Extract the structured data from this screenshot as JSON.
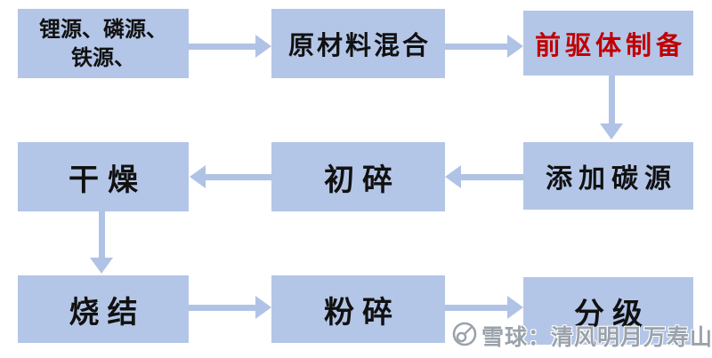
{
  "colors": {
    "box_fill": "#b4c6e7",
    "arrow_fill": "#b0c3e6",
    "box_text": "#111111",
    "highlight_text": "#c00000",
    "watermark_text": "#9aa2ab"
  },
  "flowchart": {
    "boxes": [
      {
        "id": "raw-sources",
        "label": "锂源、磷源、\n铁源、"
      },
      {
        "id": "mixing",
        "label": "原材料混合"
      },
      {
        "id": "precursor",
        "label": "前驱体制备"
      },
      {
        "id": "add-carbon",
        "label": "添加碳源"
      },
      {
        "id": "initial-crush",
        "label": "初碎"
      },
      {
        "id": "drying",
        "label": "干燥"
      },
      {
        "id": "sintering",
        "label": "烧结"
      },
      {
        "id": "pulverizing",
        "label": "粉碎"
      },
      {
        "id": "classification",
        "label": "分级"
      }
    ],
    "arrows": [
      {
        "from": "锂源、磷源、铁源、",
        "to": "原材料混合",
        "direction": "right"
      },
      {
        "from": "原材料混合",
        "to": "前驱体制备",
        "direction": "right"
      },
      {
        "from": "前驱体制备",
        "to": "添加碳源",
        "direction": "down"
      },
      {
        "from": "添加碳源",
        "to": "初碎",
        "direction": "left"
      },
      {
        "from": "初碎",
        "to": "干燥",
        "direction": "left"
      },
      {
        "from": "干燥",
        "to": "烧结",
        "direction": "down"
      },
      {
        "from": "烧结",
        "to": "粉碎",
        "direction": "right"
      },
      {
        "from": "粉碎",
        "to": "分级",
        "direction": "right"
      }
    ]
  },
  "watermark": {
    "logo": "snowball-icon",
    "text": "雪球：清风明月万寿山"
  }
}
